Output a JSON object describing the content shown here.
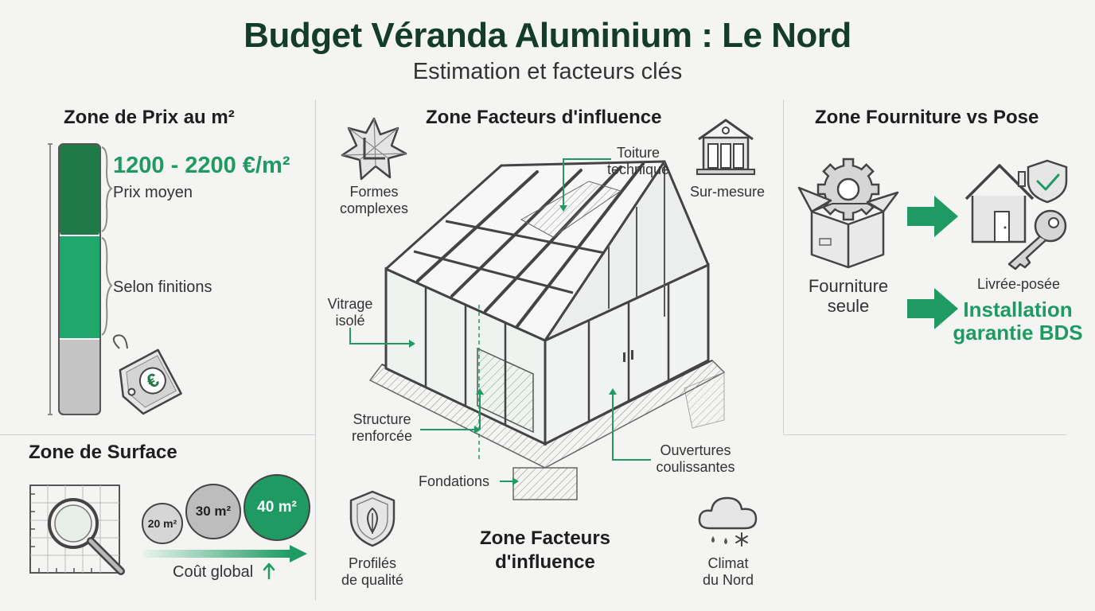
{
  "header": {
    "title": "Budget Véranda Aluminium : Le Nord",
    "subtitle": "Estimation et facteurs clés"
  },
  "prix_zone": {
    "heading": "Zone de Prix au m²",
    "price_range": "1200 - 2200 €/m²",
    "label_moyen": "Prix moyen",
    "label_finitions": "Selon finitions",
    "icon": "euro-price-tag-icon"
  },
  "surface_zone": {
    "heading": "Zone de Surface",
    "sizes": [
      "20 m²",
      "30 m²",
      "40 m²"
    ],
    "cout_label": "Coût global",
    "icon": "magnifier-plan-icon"
  },
  "facteurs_zone": {
    "heading_top": "Zone Facteurs d'influence",
    "heading_bottom_line1": "Zone Facteurs",
    "heading_bottom_line2": "d'influence",
    "formes_line1": "Formes",
    "formes_line2": "complexes",
    "sur_mesure": "Sur-mesure",
    "toiture_line1": "Toiture",
    "toiture_line2": "technique",
    "vitrage_line1": "Vitrage",
    "vitrage_line2": "isolé",
    "structure_line1": "Structure",
    "structure_line2": "renforcée",
    "fondations": "Fondations",
    "ouvertures_line1": "Ouvertures",
    "ouvertures_line2": "coulissantes",
    "profiles_line1": "Profilés",
    "profiles_line2": "de qualité",
    "climat_line1": "Climat",
    "climat_line2": "du Nord"
  },
  "pose_zone": {
    "heading": "Zone Fourniture vs Pose",
    "fourniture_line1": "Fourniture",
    "fourniture_line2": "seule",
    "livree": "Livrée-posée",
    "installation_line1": "Installation",
    "installation_line2": "garantie BDS"
  },
  "colors": {
    "dark_green": "#1f7a48",
    "mid_green": "#1ea86c",
    "accent_green": "#1e9a62",
    "grey": "#c4c4c4",
    "title_green": "#143c2c"
  }
}
